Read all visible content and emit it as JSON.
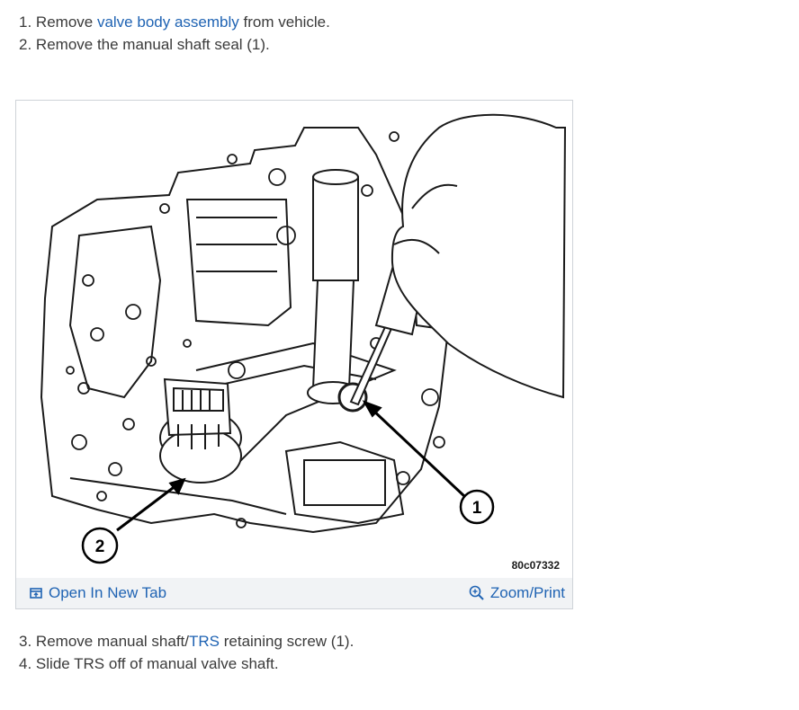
{
  "steps_top": [
    {
      "num": "1.",
      "pre": "Remove ",
      "link": "valve body assembly",
      "post": " from vehicle."
    },
    {
      "num": "2.",
      "text": "Remove the manual shaft seal (1)."
    }
  ],
  "figure": {
    "code": "80c07332",
    "callouts": [
      "1",
      "2"
    ],
    "open_tab_label": "Open In New Tab",
    "zoom_label": "Zoom/Print",
    "open_tab_icon": "open-new-tab-icon",
    "zoom_icon": "zoom-in-icon"
  },
  "steps_bottom": [
    {
      "num": "3.",
      "pre": "Remove manual shaft/",
      "link": "TRS",
      "post": " retaining screw (1)."
    },
    {
      "num": "4.",
      "text": "Slide TRS off of manual valve shaft."
    }
  ]
}
